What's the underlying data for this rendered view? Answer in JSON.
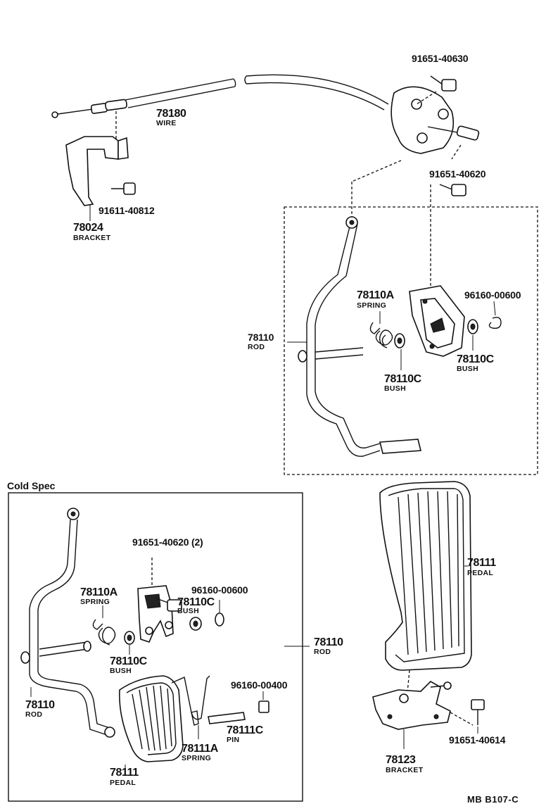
{
  "wire": {
    "number": "78180",
    "desc": "WIRE"
  },
  "bolt_top": {
    "number": "91651-40630"
  },
  "bolt_upper": {
    "number": "91651-40620"
  },
  "bracket_bolt": {
    "number": "91611-40812"
  },
  "bracket_top": {
    "number": "78024",
    "desc": "BRACKET"
  },
  "rod_main": {
    "number": "78110",
    "desc": "ROD"
  },
  "spring_main": {
    "number": "78110A",
    "desc": "SPRING"
  },
  "clip_main": {
    "number": "96160-00600"
  },
  "bush_main_right": {
    "number": "78110C",
    "desc": "BUSH"
  },
  "bush_main_left": {
    "number": "78110C",
    "desc": "BUSH"
  },
  "pedal_main": {
    "number": "78111",
    "desc": "PEDAL"
  },
  "bracket_bottom": {
    "number": "78123",
    "desc": "BRACKET"
  },
  "bolt_bottom": {
    "number": "91651-40614"
  },
  "cold_spec": {
    "title": "Cold Spec",
    "bolt": {
      "number": "91651-40620 (2)"
    },
    "spring": {
      "number": "78110A",
      "desc": "SPRING"
    },
    "clip": {
      "number": "96160-00600"
    },
    "bush_right": {
      "number": "78110C",
      "desc": "BUSH"
    },
    "bush_left": {
      "number": "78110C",
      "desc": "BUSH"
    },
    "rod_inner": {
      "number": "78110",
      "desc": "ROD"
    },
    "rod_outer": {
      "number": "78110",
      "desc": "ROD"
    },
    "clip_small": {
      "number": "96160-00400"
    },
    "pin": {
      "number": "78111C",
      "desc": "PIN"
    },
    "spring2": {
      "number": "78111A",
      "desc": "SPRING"
    },
    "pedal": {
      "number": "78111",
      "desc": "PEDAL"
    }
  },
  "reference": "MB  B107-C"
}
